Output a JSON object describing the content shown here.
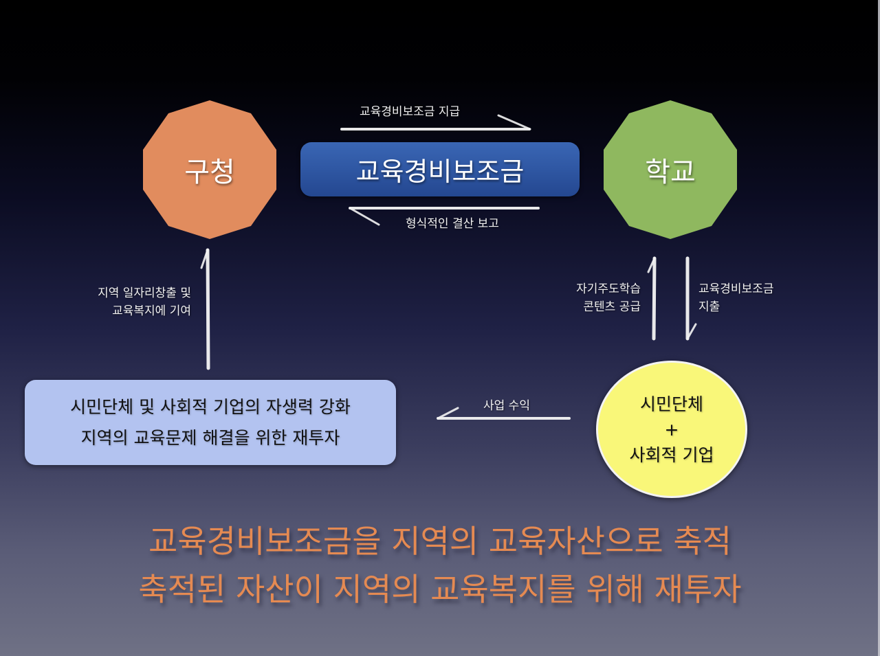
{
  "nodes": {
    "district_office": {
      "label": "구청",
      "color": "#e18c5e"
    },
    "subsidy": {
      "label": "교육경비보조금",
      "color": "#2f57a3"
    },
    "school": {
      "label": "학교",
      "color": "#8fb85f"
    },
    "civic_groups": {
      "line1": "시민단체",
      "plus": "+",
      "line2": "사회적 기업",
      "color": "#f9f779"
    }
  },
  "arrows": {
    "subsidy_payment": {
      "label": "교육경비보조금 지급",
      "direction": "right"
    },
    "formal_report": {
      "label": "형식적인 결산 보고",
      "direction": "left"
    },
    "contribution": {
      "line1": "지역 일자리창출 및",
      "line2": "교육복지에 기여",
      "direction": "up"
    },
    "content_supply": {
      "line1": "자기주도학습",
      "line2": "콘텐츠 공급",
      "direction": "up"
    },
    "subsidy_spending": {
      "line1": "교육경비보조금",
      "line2": "지출",
      "direction": "down"
    },
    "business_revenue": {
      "label": "사업 수익",
      "direction": "left"
    }
  },
  "info_box": {
    "line1": "시민단체 및 사회적 기업의 자생력 강화",
    "line2": "지역의 교육문제 해결을 위한 재투자",
    "color": "#b3c3f0"
  },
  "summary": {
    "line1": "교육경비보조금을 지역의 교육자산으로 축적",
    "line2": "축적된 자산이 지역의 교육복지를 위해 재투자",
    "color": "#e58a52"
  }
}
